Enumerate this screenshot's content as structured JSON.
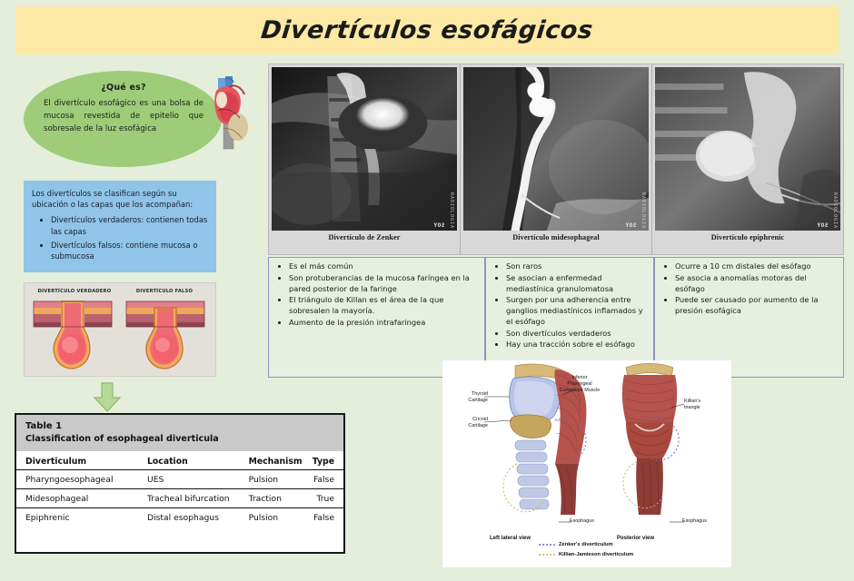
{
  "header": {
    "title": "Divertículos esofágicos",
    "band_color": "#fde9a6"
  },
  "page": {
    "background_color": "#e4eeda"
  },
  "definition": {
    "title": "¿Qué es?",
    "body": "El divertículo esofágico es una bolsa de mucosa revestida de epitelio que sobresale de la luz esofágica",
    "shape_color": "#9ecc78"
  },
  "classification": {
    "lead": "Los divertículos se clasifican según su ubicación o las capas que los acompañan:",
    "items": [
      "Divertículos verdaderos: contienen todas las capas",
      "Divertículos falsos: contiene mucosa o submucosa"
    ],
    "box_color": "#90c4e8"
  },
  "diverticulum_diagram": {
    "left_label": "DIVERTÍCULO VERDADERO",
    "right_label": "DIVERTÍCULO FALSO"
  },
  "table": {
    "title": "Table 1",
    "subtitle": "Classification of esophageal diverticula",
    "columns": [
      "Diverticulum",
      "Location",
      "Mechanism",
      "Type"
    ],
    "rows": [
      [
        "Pharyngoesophageal",
        "UES",
        "Pulsion",
        "False"
      ],
      [
        "Midesophageal",
        "Tracheal bifurcation",
        "Traction",
        "True"
      ],
      [
        "Epiphrenic",
        "Distal esophagus",
        "Pulsion",
        "False"
      ]
    ]
  },
  "xrays": [
    {
      "caption": "Divertículo de Zenker",
      "watermark": "RADIOLOGIA",
      "watermark2": "SOY"
    },
    {
      "caption": "Divertículo midesophageal",
      "watermark": "RADIOLOGIA",
      "watermark2": "SOY"
    },
    {
      "caption": "Divertículo epiphrenic",
      "watermark": "RADIOLOGIA",
      "watermark2": "SOY"
    }
  ],
  "bullet_panels": [
    {
      "items": [
        "Es el más común",
        "Son protuberancias de la mucosa faríngea en la pared posterior de la faringe",
        "El triángulo de Killan es el área de la que sobresalen la mayoría.",
        "Aumento de la presión intrafaringea"
      ]
    },
    {
      "items": [
        "Son raros",
        "Se asocian a enfermedad mediastínica granulomatosa",
        "Surgen por una adherencia entre ganglios mediastínicos inflamados y el esófago",
        "Son divertículos verdaderos",
        "Hay una tracción sobre el esófago"
      ]
    },
    {
      "items": [
        "Ocurre a 10 cm distales del esófago",
        "Se asocia a anomalías motoras del esófago",
        "Puede ser causado por aumento de la presión esofágica"
      ]
    }
  ],
  "anatomy": {
    "labels": {
      "thyroid": "Thyroid\nCartilage",
      "cricoid": "Cricoid\nCartilage",
      "constrictor": "Inferior\nPharyngeal\nConstrictor Muscle",
      "killian": "Killian's\ntriangle",
      "esophagus_left": "Esophagus",
      "esophagus_right": "Esophagus"
    },
    "views": {
      "left": "Left lateral view",
      "right": "Posterior view"
    },
    "legend": [
      {
        "label": "Zenker's diverticulum",
        "color": "#6b6bbf"
      },
      {
        "label": "Killian-Jamieson diverticulum",
        "color": "#cdb45e"
      }
    ]
  }
}
